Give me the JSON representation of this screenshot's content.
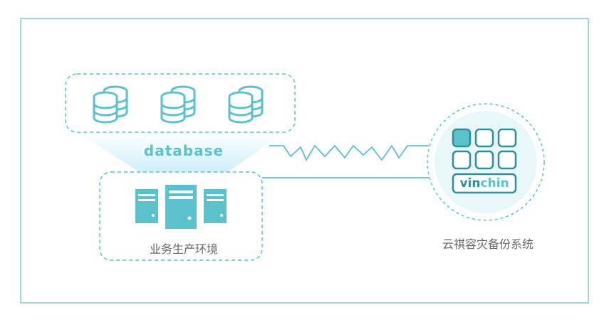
{
  "database_label": "database",
  "production_label": "业务生产环境",
  "backup_system_label": "云祺容灾备份系统",
  "brand": {
    "part1": "vin",
    "part2": "chin"
  },
  "colors": {
    "accent": "#5bc2cc",
    "accent_dark": "#2c8f9a",
    "frame": "#9fd6d7",
    "text": "#666666"
  },
  "icons": [
    "database-icon",
    "server-icon",
    "vinchin-logo-icon"
  ]
}
